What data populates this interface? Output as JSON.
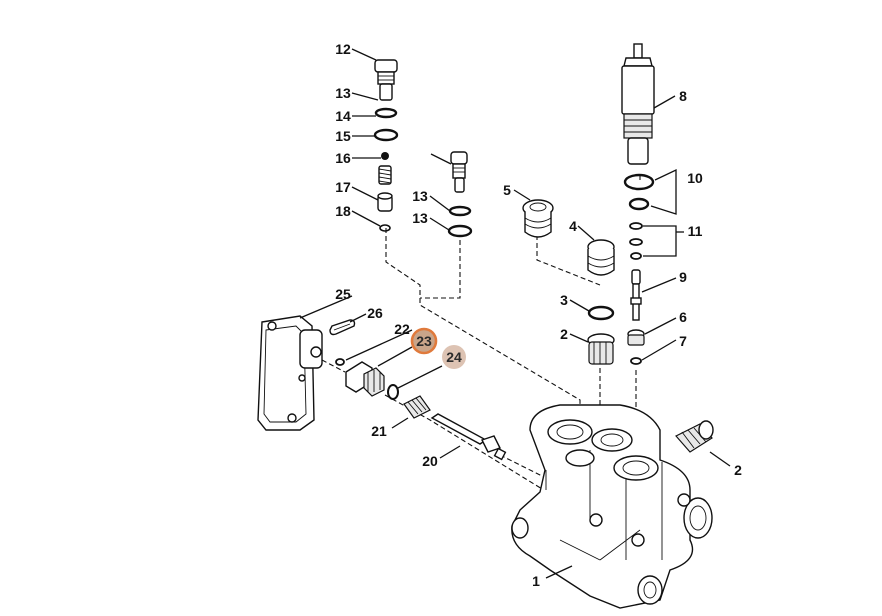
{
  "callouts": {
    "c12": "12",
    "c13a": "13",
    "c14": "14",
    "c15": "15",
    "c16": "16",
    "c17": "17",
    "c18": "18",
    "c13b": "13",
    "c13c": "13",
    "c5": "5",
    "c4": "4",
    "c3": "3",
    "c2a": "2",
    "c8": "8",
    "c10": "10",
    "c11": "11",
    "c9": "9",
    "c6": "6",
    "c7": "7",
    "c25": "25",
    "c26": "26",
    "c22": "22",
    "c23": "23",
    "c24": "24",
    "c21": "21",
    "c20": "20",
    "c2b": "2",
    "c1": "1"
  },
  "colors": {
    "highlight_active": "#e07a3c",
    "highlight_active_fill": "#c9a58a",
    "highlight_secondary_fill": "#ddc3b3",
    "line": "#111111"
  }
}
